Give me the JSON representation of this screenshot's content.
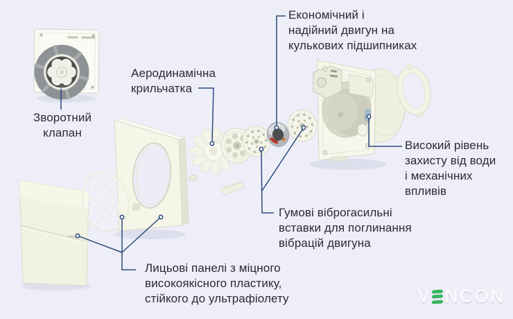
{
  "colors": {
    "background": "#edeef8",
    "text": "#2a2a33",
    "connector": "#2b4a7c",
    "logo_green": "#3cb560"
  },
  "labels": {
    "valve": {
      "text": "Зворотний\nклапан"
    },
    "impeller": {
      "text": "Аеродинамічна\nкрильчатка"
    },
    "motor": {
      "text": "Економічний і\nнадійний двигун на\nкулькових підшипниках"
    },
    "protection": {
      "text": "Високий рівень\nзахисту від води\nі механічних\nвпливів"
    },
    "dampers": {
      "text": "Гумові віброгасильні\nвставки для поглинання\nвібрацій двигуна"
    },
    "panels": {
      "text": "Лицьові панелі з міцного\nвисокоякісного пластику,\nстійкого до ультрафіолету"
    }
  },
  "logo": {
    "left": "V",
    "right": "NCON"
  }
}
